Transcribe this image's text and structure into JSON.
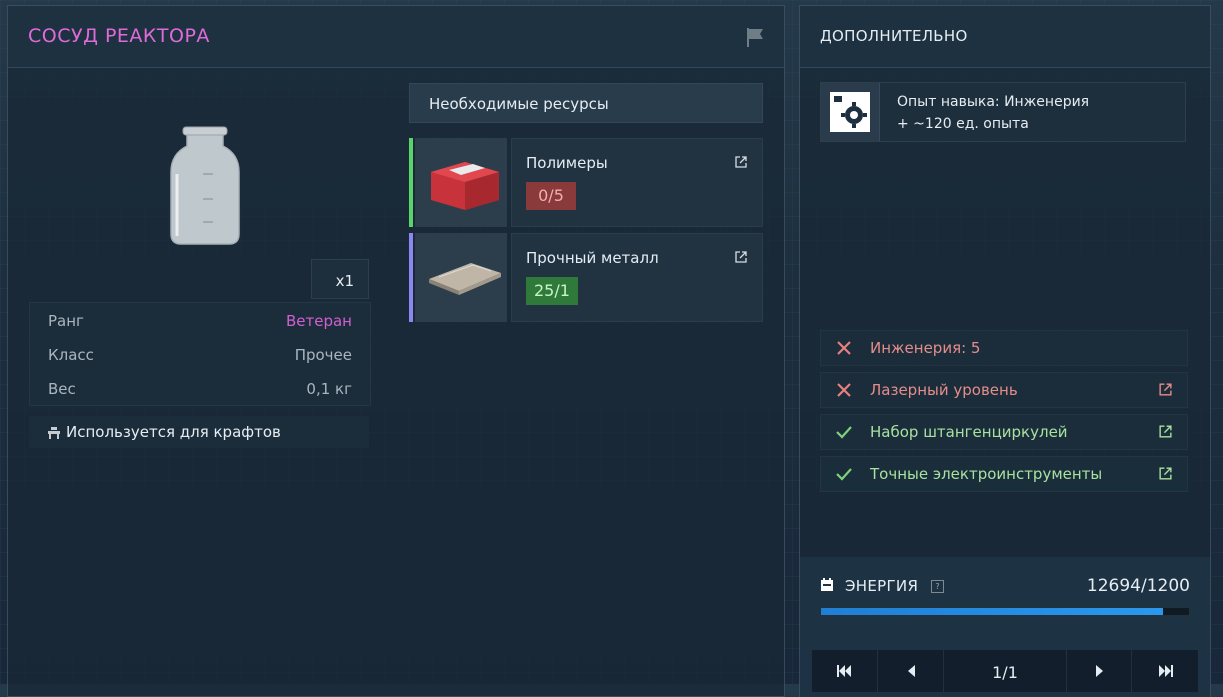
{
  "item": {
    "title": "СОСУД РЕАКТОРА",
    "title_color": "#e06bd8",
    "quantity": "x1",
    "properties": [
      {
        "label": "Ранг",
        "value": "Ветеран",
        "value_color": "#d25fd0"
      },
      {
        "label": "Класс",
        "value": "Прочее"
      },
      {
        "label": "Вес",
        "value": "0,1 кг"
      }
    ],
    "usage_label": "Используется для крафтов"
  },
  "resources": {
    "header": "Необходимые ресурсы",
    "items": [
      {
        "name": "Полимеры",
        "count": "0/5",
        "bar_color": "#59d46a",
        "count_bg": "#8a3a3a",
        "count_color": "#f0b0b0"
      },
      {
        "name": "Прочный металл",
        "count": "25/1",
        "bar_color": "#8c86f0",
        "count_bg": "#2f7a3a",
        "count_color": "#c7f5c8"
      }
    ]
  },
  "additional": {
    "title": "ДОПОЛНИТЕЛЬНО",
    "xp_line1": "Опыт навыка: Инженерия",
    "xp_line2": "+ ~120 ед. опыта",
    "requirements": [
      {
        "label": "Инженерия: 5",
        "met": false,
        "link": false
      },
      {
        "label": "Лазерный уровень",
        "met": false,
        "link": true
      },
      {
        "label": "Набор штангенциркулей",
        "met": true,
        "link": true
      },
      {
        "label": "Точные электроинструменты",
        "met": true,
        "link": true
      }
    ],
    "colors": {
      "fail": "#e58d8a",
      "ok": "#a8e29f",
      "fail_icon": "#e8807d",
      "ok_icon": "#7fd27a"
    }
  },
  "energy": {
    "label": "ЭНЕРГИЯ",
    "help": "?",
    "value": "12694/1200",
    "fill_fraction": 0.93
  },
  "pager": {
    "page": "1/1"
  }
}
